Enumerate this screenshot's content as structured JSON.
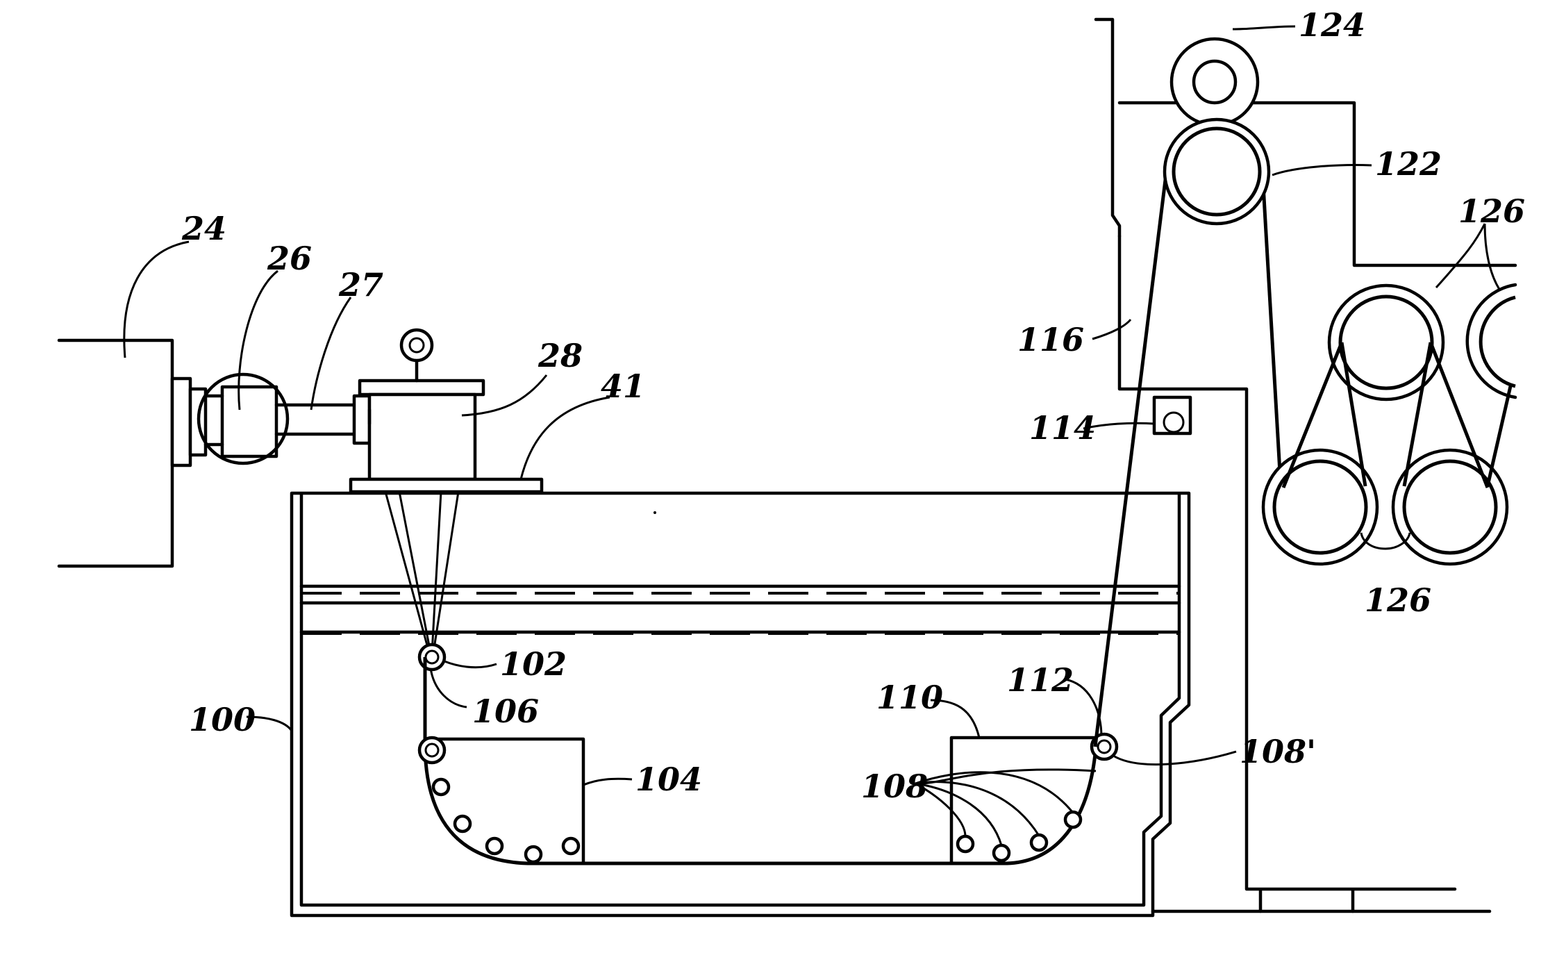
{
  "labels": {
    "n24": "24",
    "n26": "26",
    "n27": "27",
    "n28": "28",
    "n41": "41",
    "n100": "100",
    "n102": "102",
    "n104": "104",
    "n106": "106",
    "n108": "108",
    "n108p": "108'",
    "n110": "110",
    "n112": "112",
    "n114": "114",
    "n116": "116",
    "n122": "122",
    "n124": "124",
    "n126a": "126",
    "n126b": "126"
  }
}
